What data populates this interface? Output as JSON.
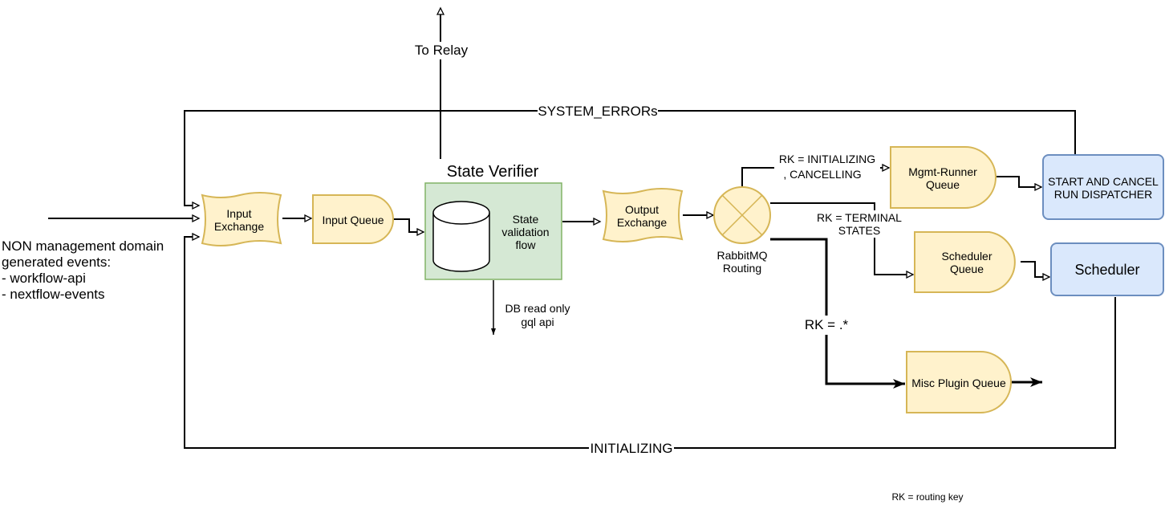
{
  "nodes": {
    "input_exchange": [
      "Input",
      "Exchange"
    ],
    "input_queue": "Input Queue",
    "state_verifier_title": "State Verifier",
    "state_validation_flow": [
      "State",
      "validation",
      "flow"
    ],
    "output_exchange": [
      "Output",
      "Exchange"
    ],
    "rabbitmq_routing": [
      "RabbitMQ",
      "Routing"
    ],
    "mgmt_runner_queue": [
      "Mgmt-Runner",
      "Queue"
    ],
    "scheduler_queue": [
      "Scheduler",
      "Queue"
    ],
    "misc_plugin_queue": "Misc Plugin Queue",
    "start_cancel_dispatcher": [
      "START AND CANCEL",
      "RUN DISPATCHER"
    ],
    "scheduler": "Scheduler"
  },
  "labels": {
    "to_relay": "To Relay",
    "system_errors": "SYSTEM_ERRORs",
    "initializing": "INITIALIZING",
    "rk_initializing": [
      "RK = INITIALIZING",
      ", CANCELLING"
    ],
    "rk_terminal": [
      "RK = TERMINAL",
      "STATES"
    ],
    "rk_any": "RK = .*",
    "db_read_only": [
      "DB read only",
      "gql api"
    ],
    "source_events": [
      "NON management domain",
      "generated events:",
      "- workflow-api",
      "- nextflow-events"
    ],
    "legend_rk": "RK = routing key"
  },
  "colors": {
    "queue_fill": "#fff2cc",
    "queue_stroke": "#d6b656",
    "service_fill": "#dae8fc",
    "service_stroke": "#6c8ebf",
    "verifier_fill": "#d5e8d4",
    "verifier_stroke": "#82b366"
  }
}
